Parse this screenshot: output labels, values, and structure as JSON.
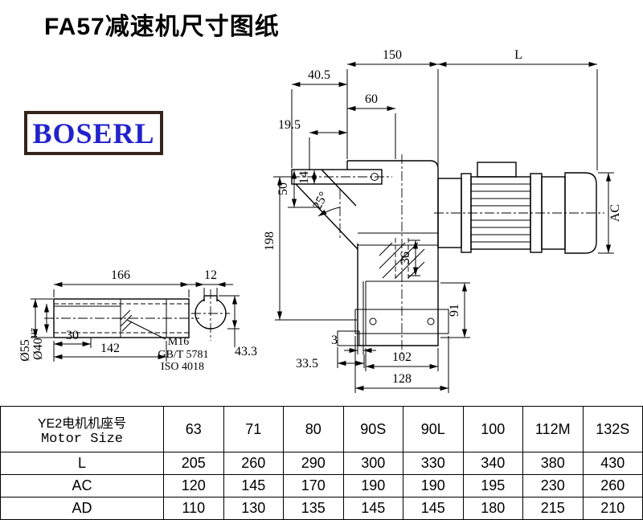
{
  "page": {
    "title": "FA57减速机尺寸图纸"
  },
  "logo": {
    "text": "BOSERL"
  },
  "drawing": {
    "dims": {
      "top_150": "150",
      "top_L": "L",
      "top_40_5": "40.5",
      "top_60": "60",
      "top_19_5": "19.5",
      "left_50": "50",
      "left_14": "14",
      "angle_25": "25°",
      "left_198": "198",
      "bore_36": "36",
      "right_AC": "AC",
      "flange_91": "91",
      "bottom_3": "3",
      "bottom_33_5": "33.5",
      "bottom_102": "102",
      "bottom_128": "128",
      "shaft_166": "166",
      "key_12": "12",
      "shaft_30": "30",
      "shaft_142": "142",
      "dia_55": "Ø55",
      "dia_40": "Ø40",
      "dia_40_tol": "H7",
      "thread_m16": "M16",
      "thread_gb": "GB/T 5781",
      "thread_iso": "ISO 4018",
      "key_43_3": "43.3"
    }
  },
  "table": {
    "header": {
      "line1": "YE2电机机座号",
      "line2": "Motor Size"
    },
    "sizes": [
      "63",
      "71",
      "80",
      "90S",
      "90L",
      "100",
      "112M",
      "132S"
    ],
    "rows": [
      {
        "label": "L",
        "values": [
          "205",
          "260",
          "290",
          "300",
          "330",
          "340",
          "380",
          "430"
        ]
      },
      {
        "label": "AC",
        "values": [
          "120",
          "145",
          "170",
          "190",
          "190",
          "195",
          "230",
          "260"
        ]
      },
      {
        "label": "AD",
        "values": [
          "110",
          "130",
          "135",
          "145",
          "145",
          "180",
          "215",
          "210"
        ]
      }
    ]
  }
}
